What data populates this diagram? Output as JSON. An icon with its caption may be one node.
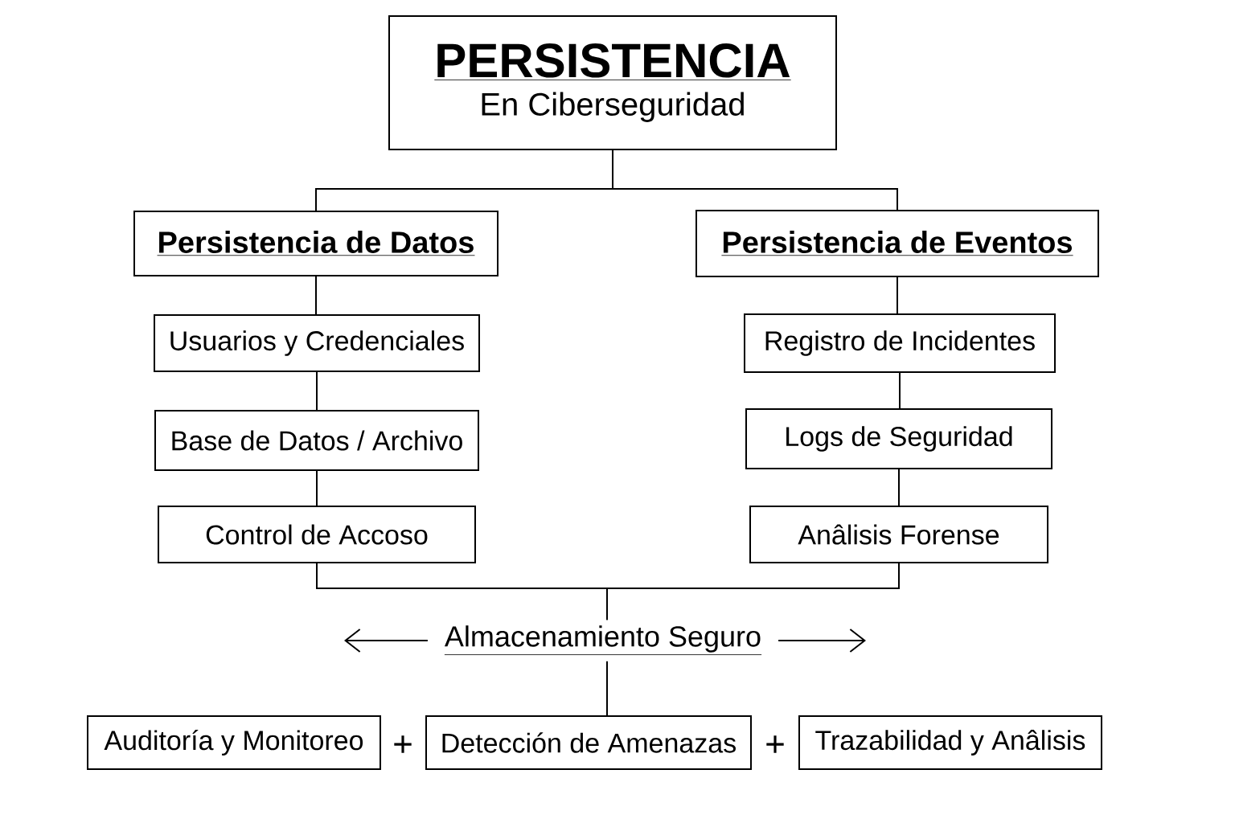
{
  "diagram": {
    "nodes": [
      {
        "text": [
          "PERSISTENCIA",
          "En Ciberseguridad"
        ]
      },
      {
        "text": [
          "Persistencia de Datos"
        ]
      },
      {
        "text": [
          "Persistencia de Eventos"
        ]
      },
      {
        "text": [
          "Usuarios y Credenciales"
        ]
      },
      {
        "text": [
          "Base de Datos / Archivo"
        ]
      },
      {
        "text": [
          "Control de Accoso"
        ]
      },
      {
        "text": [
          "Registro de Incidentes"
        ]
      },
      {
        "text": [
          "Logs de Seguridad"
        ]
      },
      {
        "text": [
          "Anâlisis Forense"
        ]
      },
      {
        "text": [
          "Almacenamiento Seguro"
        ]
      },
      {
        "text": [
          "Auditoría y Monitoreo"
        ]
      },
      {
        "text": [
          "Detección de Amenazas"
        ]
      },
      {
        "text": [
          "Trazabilidad y Anâlisis"
        ]
      }
    ],
    "edges": [
      {
        "from": 0,
        "to": 1,
        "arrow": "none"
      },
      {
        "from": 0,
        "to": 2,
        "arrow": "none"
      },
      {
        "from": 1,
        "to": 3,
        "arrow": "none"
      },
      {
        "from": 3,
        "to": 4,
        "arrow": "none"
      },
      {
        "from": 4,
        "to": 5,
        "arrow": "none"
      },
      {
        "from": 2,
        "to": 6,
        "arrow": "none"
      },
      {
        "from": 6,
        "to": 7,
        "arrow": "none"
      },
      {
        "from": 7,
        "to": 8,
        "arrow": "none"
      },
      {
        "from": 5,
        "to": 9,
        "arrow": "none"
      },
      {
        "from": 8,
        "to": 9,
        "arrow": "none"
      },
      {
        "from": 9,
        "to": 11,
        "arrow": "none"
      },
      {
        "from": 9,
        "to": null,
        "arrow": "to"
      },
      {
        "from": 9,
        "to": null,
        "arrow": "to"
      }
    ],
    "labels": [
      "+",
      "+"
    ]
  }
}
